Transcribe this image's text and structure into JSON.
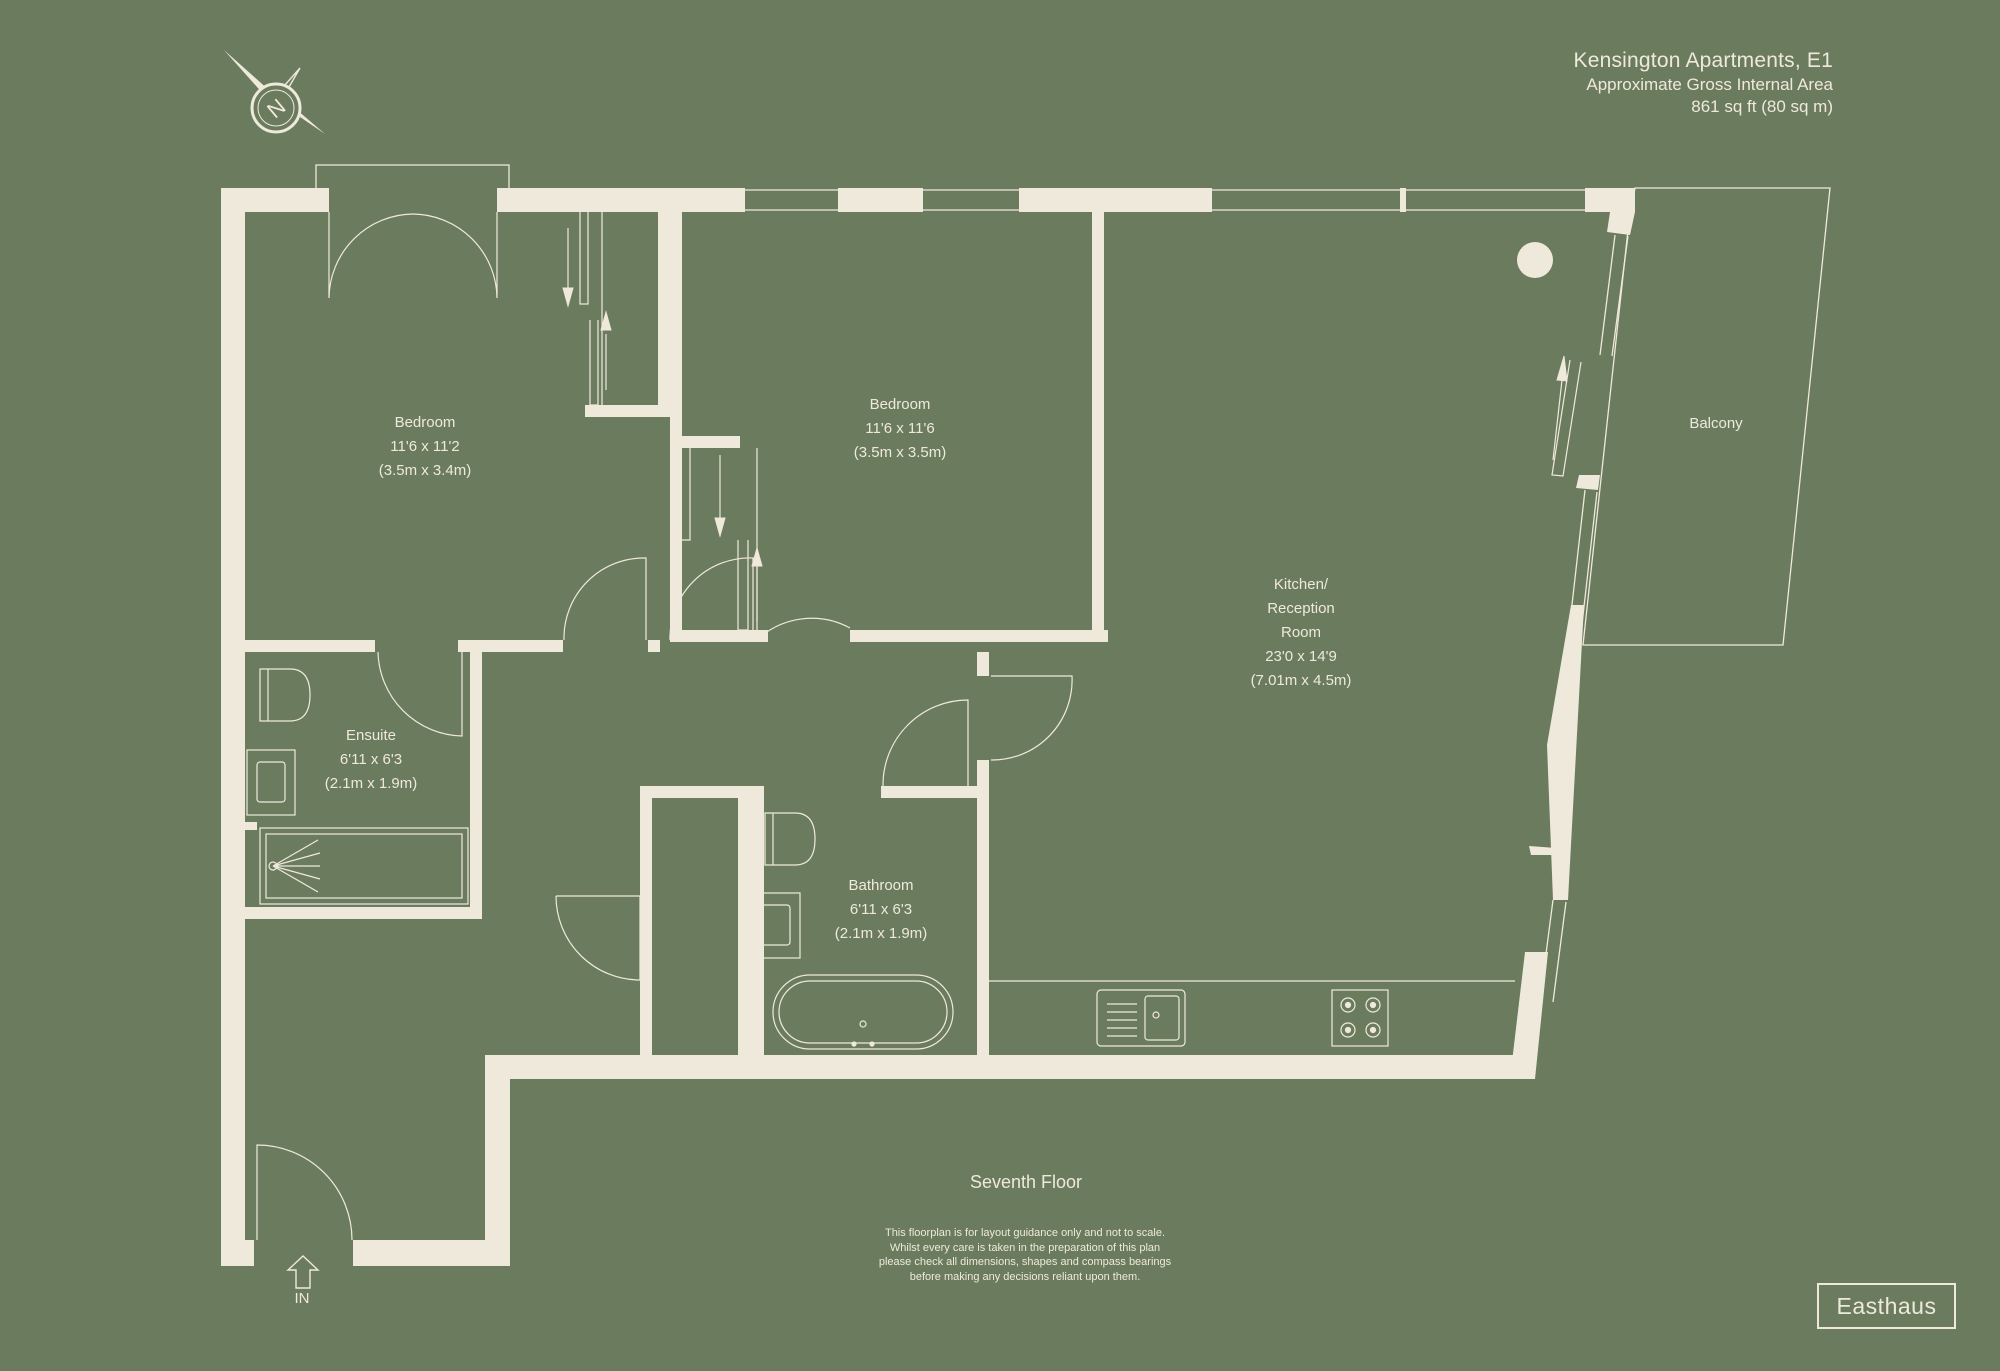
{
  "header": {
    "title": "Kensington Apartments, E1",
    "subtitle": "Approximate Gross Internal Area",
    "area": "861 sq ft (80 sq m)"
  },
  "compass": {
    "letter": "N"
  },
  "rooms": {
    "bedroom1": {
      "name": "Bedroom",
      "imperial": "11'6 x 11'2",
      "metric": "(3.5m x 3.4m)"
    },
    "bedroom2": {
      "name": "Bedroom",
      "imperial": "11'6 x 11'6",
      "metric": "(3.5m x 3.5m)"
    },
    "kitchen": {
      "name_line1": "Kitchen/",
      "name_line2": "Reception",
      "name_line3": "Room",
      "imperial": "23'0 x 14'9",
      "metric": "(7.01m x 4.5m)"
    },
    "balcony": {
      "name": "Balcony"
    },
    "ensuite": {
      "name": "Ensuite",
      "imperial": "6'11 x 6'3",
      "metric": "(2.1m x 1.9m)"
    },
    "bathroom": {
      "name": "Bathroom",
      "imperial": "6'11 x 6'3",
      "metric": "(2.1m x 1.9m)"
    }
  },
  "floor_label": "Seventh Floor",
  "entrance_label": "IN",
  "disclaimer": {
    "line1": "This floorplan is for layout guidance only and not to scale.",
    "line2": "Whilst every care is taken in the preparation of this plan",
    "line3": "please check all dimensions, shapes and compass bearings",
    "line4": "before making any decisions reliant upon them."
  },
  "brand": "Easthaus",
  "colors": {
    "background": "#6b7b5e",
    "walls": "#efe9dc"
  }
}
